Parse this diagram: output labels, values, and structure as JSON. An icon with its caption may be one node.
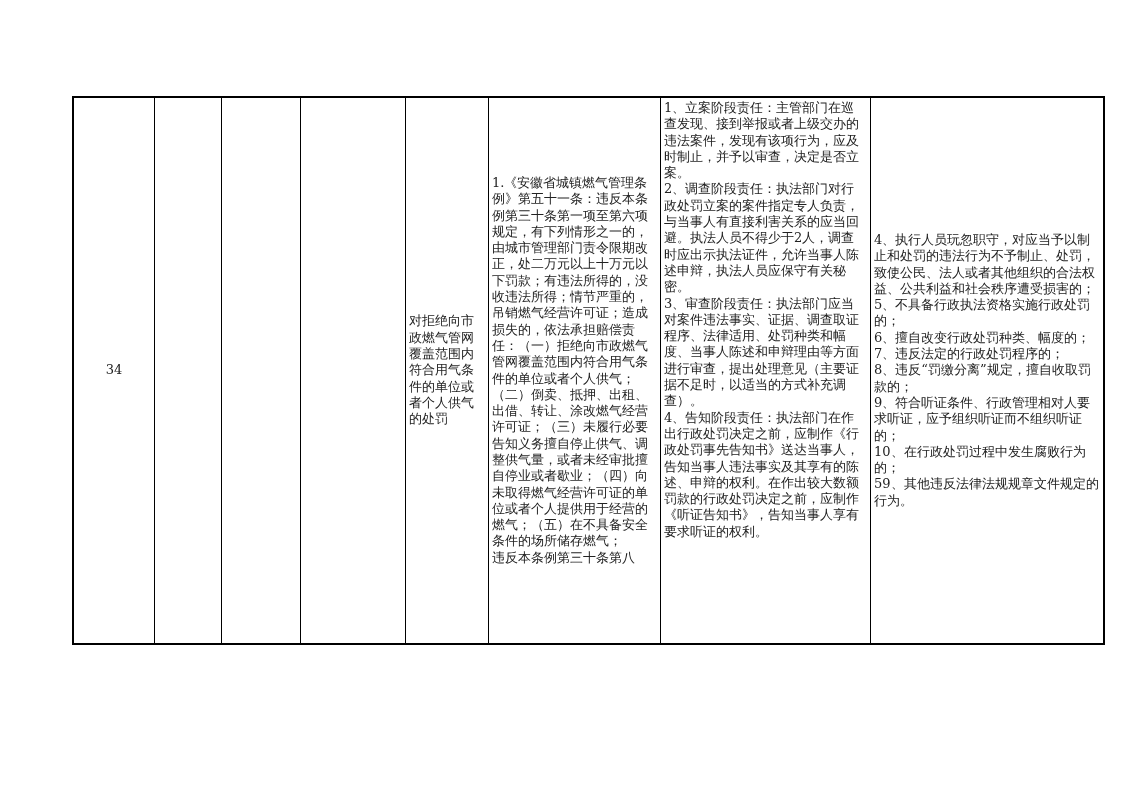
{
  "diagram": {
    "labels": [
      "34",
      "对拒绝向市政燃气管网覆盖范围内符合用气条件的单位或者个人供气的处罚",
      "1.《安徽省城镇燃气管理条例》第五十一条：违反本条例第三十条第一项至第六项规定，有下列情形之一的，由城市管理部门责令限期改正，处二万元以上十万元以下罚款；有违法所得的，没收违法所得；情节严重的，吊销燃气经营许可证；造成损失的，依法承担赔偿责任：（一）拒绝向市政燃气管网覆盖范围内符合用气条件的单位或者个人供气；（二）倒卖、抵押、出租、出借、转让、涂改燃气经营许可证；（三）未履行必要告知义务擅自停止供气、调整供气量，或者未经审批擅自停业或者歇业；（四）向未取得燃气经营许可证的单位或者个人提供用于经营的燃气；（五）在不具备安全条件的场所储存燃气；",
      "违反本条例第三十条第八",
      "1、立案阶段责任：主管部门在巡查发现、接到举报或者上级交办的违法案件，发现有该项行为，应及时制止，并予以审查，决定是否立案。",
      "2、调查阶段责任：执法部门对行政处罚立案的案件指定专人负责，与当事人有直接利害关系的应当回避。执法人员不得少于2人，调查时应出示执法证件，允许当事人陈述申辩，执法人员应保守有关秘密。",
      "3、审查阶段责任：执法部门应当对案件违法事实、证据、调查取证程序、法律适用、处罚种类和幅度、当事人陈述和申辩理由等方面进行审查，提出处理意见（主要证据不足时，以适当的方式补充调查）。",
      "4、告知阶段责任：执法部门在作出行政处罚决定之前，应制作《行政处罚事先告知书》送达当事人，告知当事人违法事实及其享有的陈述、申辩的权利。在作出较大数额罚款的行政处罚决定之前，应制作《听证告知书》，告知当事人享有要求听证的权利。",
      "4、执行人员玩忽职守，对应当予以制止和处罚的违法行为不予制止、处罚，致使公民、法人或者其他组织的合法权益、公共利益和社会秩序遭受损害的；",
      "5、不具备行政执法资格实施行政处罚的；",
      "6、擅自改变行政处罚种类、幅度的；",
      "7、违反法定的行政处罚程序的；",
      "8、违反“罚缴分离”规定，擅自收取罚款的；",
      "9、符合听证条件、行政管理相对人要求听证，应予组织听证而不组织听证的；",
      "10、在行政处罚过程中发生腐败行为的；",
      "59、其他违反法律法规规章文件规定的行为。"
    ]
  }
}
